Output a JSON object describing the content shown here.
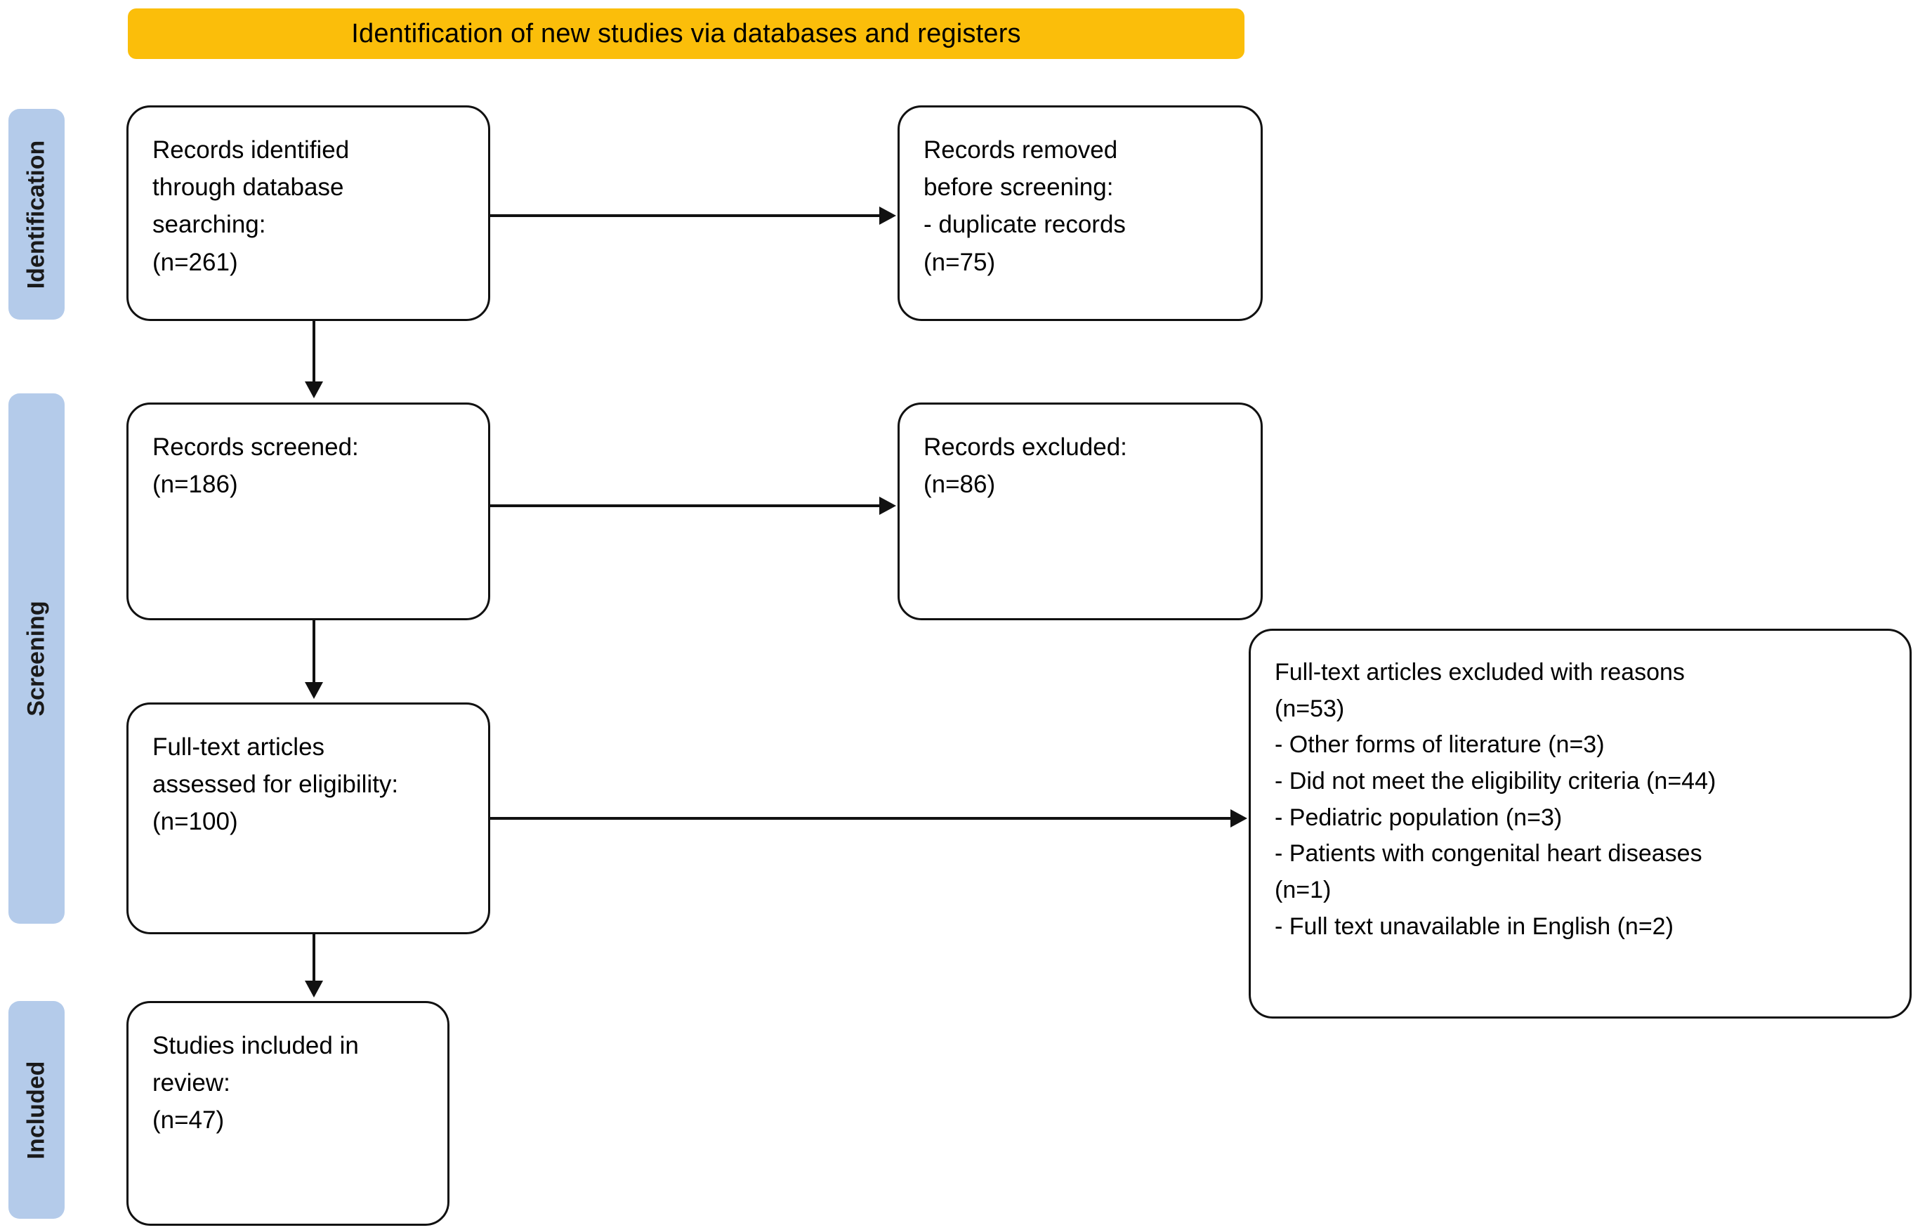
{
  "banner": {
    "title": "Identification of new studies via databases and registers",
    "color": "#FBBE0A"
  },
  "stages": [
    {
      "id": "identification",
      "label": "Identification",
      "color": "#B4CBEA"
    },
    {
      "id": "screening",
      "label": "Screening",
      "color": "#B4CBEA"
    },
    {
      "id": "included",
      "label": "Included",
      "color": "#B4CBEA"
    }
  ],
  "boxes": {
    "identified": {
      "lines": [
        "Records identified",
        "through database",
        "searching:",
        "(n=261)"
      ],
      "count": 261
    },
    "removed": {
      "lines": [
        "Records removed",
        "before screening:",
        "- duplicate records",
        "(n=75)"
      ],
      "count": 75
    },
    "screened": {
      "lines": [
        "Records screened:",
        "(n=186)"
      ],
      "count": 186
    },
    "excluded": {
      "lines": [
        "Records excluded:",
        "(n=86)"
      ],
      "count": 86
    },
    "fulltext": {
      "lines": [
        "Full-text articles",
        "assessed for eligibility:",
        "(n=100)"
      ],
      "count": 100
    },
    "reasons": {
      "lines": [
        "Full-text articles excluded with reasons",
        "(n=53)",
        "- Other forms of literature (n=3)",
        "- Did not meet the eligibility criteria (n=44)",
        "- Pediatric population (n=3)",
        "- Patients with congenital heart diseases",
        "(n=1)",
        "- Full text unavailable in English (n=2)"
      ],
      "count": 53
    },
    "included": {
      "lines": [
        "Studies included in",
        "review:",
        "(n=47)"
      ],
      "count": 47
    }
  },
  "chart_data": {
    "type": "diagram",
    "title": "Identification of new studies via databases and registers",
    "nodes": [
      {
        "id": "identified",
        "stage": "Identification",
        "label": "Records identified through database searching:",
        "n": 261
      },
      {
        "id": "removed",
        "stage": "Identification",
        "label": "Records removed before screening: - duplicate records",
        "n": 75
      },
      {
        "id": "screened",
        "stage": "Screening",
        "label": "Records screened:",
        "n": 186
      },
      {
        "id": "excluded",
        "stage": "Screening",
        "label": "Records excluded:",
        "n": 86
      },
      {
        "id": "fulltext",
        "stage": "Screening",
        "label": "Full-text articles assessed for eligibility:",
        "n": 100
      },
      {
        "id": "reasons",
        "stage": "Screening",
        "label": "Full-text articles excluded with reasons",
        "n": 53
      },
      {
        "id": "included",
        "stage": "Included",
        "label": "Studies included in review:",
        "n": 47
      }
    ],
    "edges": [
      {
        "from": "identified",
        "to": "removed",
        "direction": "right"
      },
      {
        "from": "identified",
        "to": "screened",
        "direction": "down"
      },
      {
        "from": "screened",
        "to": "excluded",
        "direction": "right"
      },
      {
        "from": "screened",
        "to": "fulltext",
        "direction": "down"
      },
      {
        "from": "fulltext",
        "to": "reasons",
        "direction": "right"
      },
      {
        "from": "fulltext",
        "to": "included",
        "direction": "down"
      }
    ],
    "exclusion_reasons": [
      {
        "reason": "Other forms of literature",
        "n": 3
      },
      {
        "reason": "Did not meet the eligibility criteria",
        "n": 44
      },
      {
        "reason": "Pediatric population",
        "n": 3
      },
      {
        "reason": "Patients with congenital heart diseases",
        "n": 1
      },
      {
        "reason": "Full text unavailable in English",
        "n": 2
      }
    ]
  }
}
